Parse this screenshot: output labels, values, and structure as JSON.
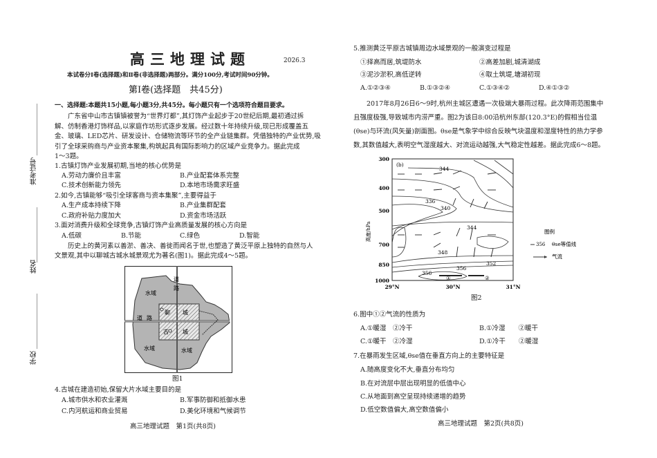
{
  "sidebar": {
    "exam_id": "准考证号",
    "name": "姓名",
    "school": "学校"
  },
  "page1": {
    "title": "高三地理试题",
    "date": "2026.3",
    "intro": "本试卷分Ⅰ卷(选择题)和Ⅱ卷(非选择题)两部分。满分100分,考试时间90分钟。",
    "part": "第Ⅰ卷(选择题　共45分)",
    "section": "一、选择题:本题共15小题,每小题3分,共45分。每小题只有一个选项符合题目要求。",
    "para1": [
      "　　广东省中山市古镇镇被誉为“世界灯都”,其灯饰产业起步于20世纪后期,最初通过拆",
      "解、仿制香港灯饰样品,以家庭作坊形式逐步发展。经过数十年持续升级,现已形成覆盖五",
      "金、玻璃、LED芯片、研发设计、仓储物流等环节的全产业链集群。凭借独特的产业优势,吸",
      "引了全球采购商与产业资本聚集,构筑起具有国际影响力的区域产业竞争力。据此完成",
      "1～3题。"
    ],
    "q1": {
      "stem": "1.古镇灯饰产业发展初期,当地的核心优势是",
      "a": "A.劳动力廉价且丰富",
      "b": "B.产业配套体系完整",
      "c": "C.技术创新能力领先",
      "d": "D.本地市场需求旺盛"
    },
    "q2": {
      "stem": "2.如今,古镇能够“吸引全球客商与资本集聚”,主要得益于",
      "a": "A.生产成本持续下降",
      "b": "B.产业集群配套",
      "c": "C.政府补贴力度加大",
      "d": "D.资金市场活跃"
    },
    "q3": {
      "stem": "3.面对消费升级和全球竞争,古镇灯饰产业高质量发展的核心方向是",
      "a": "A.低碳",
      "b": "B.节能",
      "c": "C.绿色",
      "d": "D.智能"
    },
    "para2": [
      "　　历史上的黄河素以善淤、善决、善徙而闻名于世,也塑造了黄泛平原上独特的自然与人",
      "文景观,其中以聊城古城水城景观尤为著名(图1)。据此完成4～5题。"
    ],
    "fig1": {
      "water_nw": "水域",
      "water_sw": "水域",
      "water_se": "水域",
      "road_v1": "道",
      "road_v2": "路",
      "road_h1": "道",
      "road_h2": "路",
      "city": [
        "聊",
        "城",
        "古",
        "城"
      ],
      "caption": "图1"
    },
    "q4": {
      "stem": "4.古城在建造初始,保留大片水域主要目的是",
      "a": "A.城市供水和农业灌溉",
      "b": "B.军事防御和抵御水患",
      "c": "C.内河航运和商业贸易",
      "d": "D.美化环境和气候调节"
    },
    "footer": "高三地理试题　第1页(共8页)"
  },
  "page2": {
    "q5": {
      "stem": "5.推测黄泛平原古城镇周边水域景观的一般演变过程是",
      "s1": "①择高而居,筑堤防水",
      "s2": "②高差加剧,城清湖成",
      "s3": "③泥沙淤积,高低逆转",
      "s4": "④取土筑堤,塘湖初现",
      "a": "A.①②③④",
      "b": "B.①③②④",
      "c": "C.①③④②",
      "d": "D.④①③②"
    },
    "para": [
      "　　2017年8月26日6～9时,杭州主城区遭遇一次极端大暴雨过程。此次降雨范围集中",
      "且强度极强,导致城市内涝严重。图2为该日8:00沿杭州东部(120.3°E)的假相当位温",
      "(θse)与环流(风矢量)剖面图。θse是气象学中综合反映气块温度和湿度特性的热力学参",
      "数,其数值越大,表明空气湿度越大、对流运动越强,大气稳定性越差。据此完成6～8题。"
    ],
    "fig2": {
      "panel": "(b)",
      "ylabel": "高度/hPa",
      "yticks": [
        "300",
        "400",
        "500",
        "700",
        "850",
        "1000"
      ],
      "xticks": [
        "29°N",
        "30°N",
        "31°N"
      ],
      "contour_labels": [
        "344",
        "336",
        "340",
        "344",
        "348",
        "352",
        "356",
        "356"
      ],
      "markers": [
        "①",
        "②"
      ],
      "legend_title": "图例",
      "legend_contour_value": "356",
      "legend_contour": "θse等值线",
      "legend_flow": "气流",
      "caption": "图2"
    },
    "q6": {
      "stem": "6.图中①②气流的性质为",
      "a": "A.①暖湿　②冷干",
      "b": "B.①冷湿　　②暖干",
      "c": "C.①暖干　②冷湿",
      "d": "D.①冷干　　②暖湿"
    },
    "q7": {
      "stem": "7.在暴雨发生区域,θse值在垂直方向上的主要特征是",
      "a": "A.随高度变化不大,垂直分布均匀",
      "b": "B.在对流层中层出现明显的低值中心",
      "c": "C.从地面到高空呈现持续递增的趋势",
      "d": "D.低空数值偏大,高空数值偏小"
    },
    "footer": "高三地理试题　第2页(共8页)"
  }
}
